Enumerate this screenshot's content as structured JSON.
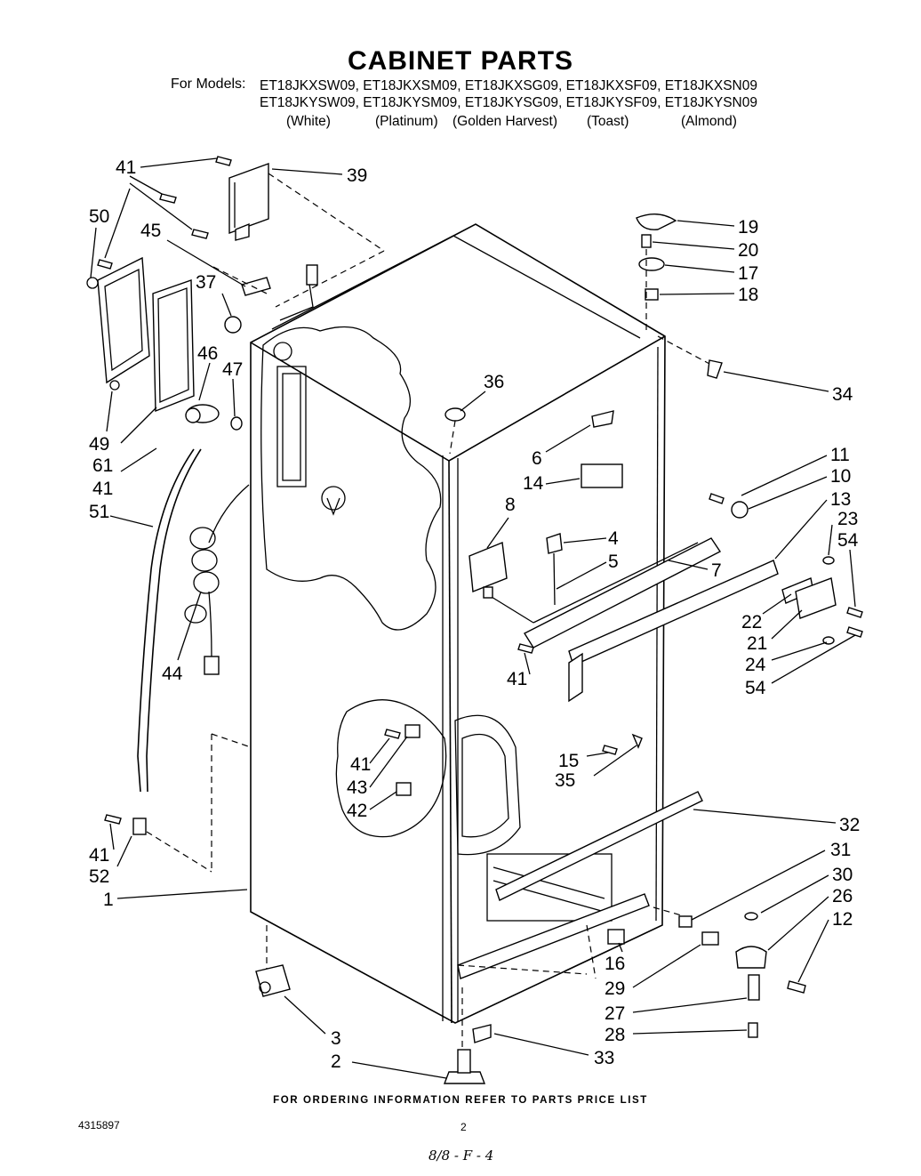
{
  "title": "CABINET PARTS",
  "for_models_label": "For Models:",
  "models_row_1": "ET18JKXSW09, ET18JKXSM09, ET18JKXSG09, ET18JKXSF09, ET18JKXSN09",
  "models_row_2": "ET18JKYSW09, ET18JKYSM09, ET18JKYSG09, ET18JKYSF09, ET18JKYSN09",
  "colors": [
    "(White)",
    "(Platinum)",
    "(Golden Harvest)",
    "(Toast)",
    "(Almond)"
  ],
  "footer_note": "FOR ORDERING INFORMATION REFER TO PARTS PRICE LIST",
  "doc_number": "4315897",
  "page_number": "2",
  "handwritten_code": "8/8 - F - 4",
  "callouts": {
    "c41a": "41",
    "c39": "39",
    "c50": "50",
    "c45": "45",
    "c37": "37",
    "c46": "46",
    "c47": "47",
    "c49": "49",
    "c61": "61",
    "c41b": "41",
    "c51": "51",
    "c44": "44",
    "c19": "19",
    "c20": "20",
    "c17": "17",
    "c18": "18",
    "c34": "34",
    "c36": "36",
    "c6": "6",
    "c14": "14",
    "c8": "8",
    "c4": "4",
    "c5": "5",
    "c7": "7",
    "c11": "11",
    "c10": "10",
    "c13": "13",
    "c23": "23",
    "c54a": "54",
    "c22": "22",
    "c21": "21",
    "c24": "24",
    "c54b": "54",
    "c41c": "41",
    "c15": "15",
    "c35": "35",
    "c41d": "41",
    "c43": "43",
    "c42": "42",
    "c32": "32",
    "c31": "31",
    "c30": "30",
    "c26": "26",
    "c12": "12",
    "c41e": "41",
    "c52": "52",
    "c1": "1",
    "c16": "16",
    "c29": "29",
    "c27": "27",
    "c28": "28",
    "c3": "3",
    "c2": "2",
    "c33": "33"
  }
}
